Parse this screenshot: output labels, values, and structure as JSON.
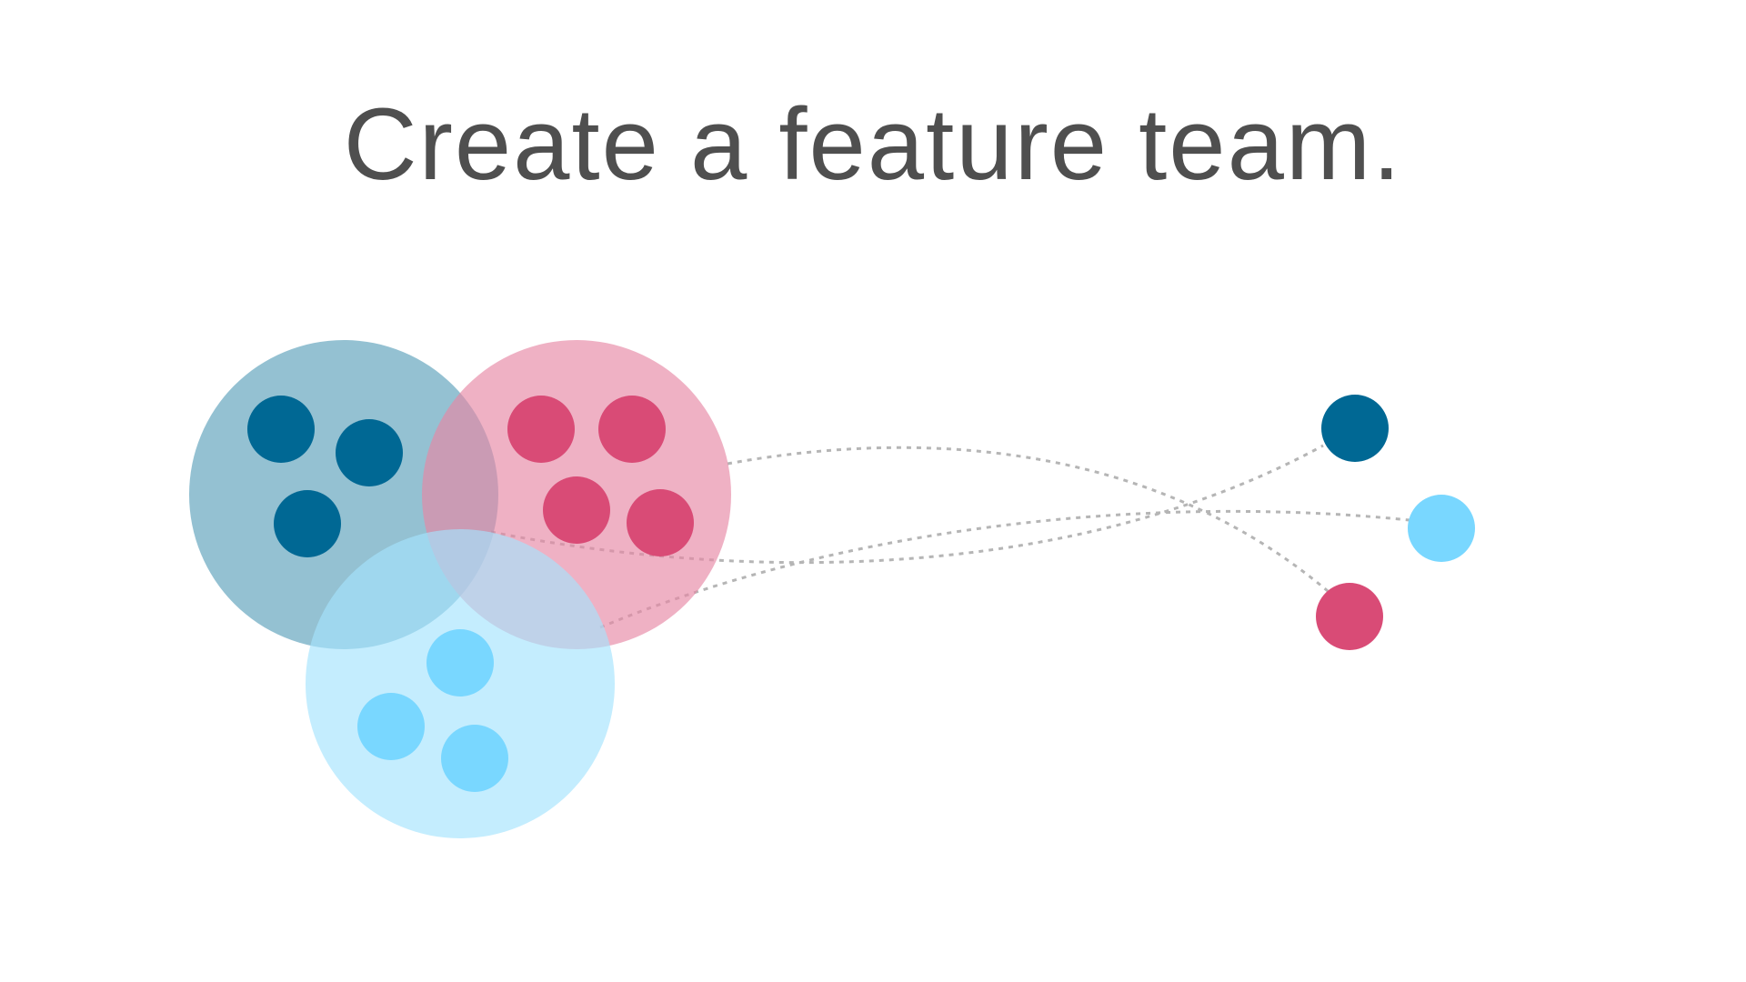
{
  "title": "Create a feature team.",
  "colors": {
    "title_text": "#4f4f4f",
    "dark_blue": "#006894",
    "dark_blue_group": "#5aa0ba",
    "pink": "#d94b76",
    "pink_group": "#e687a5",
    "light_blue": "#79d7ff",
    "light_blue_group": "#a5e4fd",
    "connector": "#b5b5b5"
  },
  "groups": [
    {
      "name": "dark-blue-group",
      "color": "dark_blue_group",
      "member_color": "dark_blue",
      "member_count": 3
    },
    {
      "name": "pink-group",
      "color": "pink_group",
      "member_color": "pink",
      "member_count": 4
    },
    {
      "name": "light-blue-group",
      "color": "light_blue_group",
      "member_color": "light_blue",
      "member_count": 3
    }
  ],
  "feature_team": [
    {
      "name": "feature-team-member-dark-blue",
      "color": "dark_blue"
    },
    {
      "name": "feature-team-member-light-blue",
      "color": "light_blue"
    },
    {
      "name": "feature-team-member-pink",
      "color": "pink"
    }
  ]
}
